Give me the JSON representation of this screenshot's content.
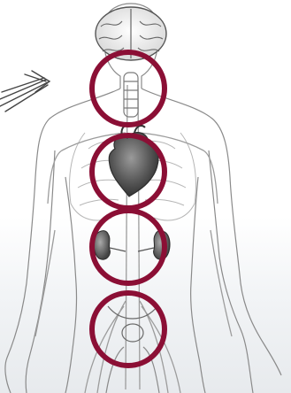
{
  "illustration": {
    "subject": "human-anatomy-body-outline",
    "highlighted_regions": [
      {
        "region": "throat"
      },
      {
        "region": "heart"
      },
      {
        "region": "kidneys"
      },
      {
        "region": "pelvis"
      }
    ]
  },
  "colors": {
    "ring": "#8b0f35",
    "outline": "#8a8a8a",
    "organ": "#4d4d4d",
    "background_fade": "#e7eaed"
  }
}
